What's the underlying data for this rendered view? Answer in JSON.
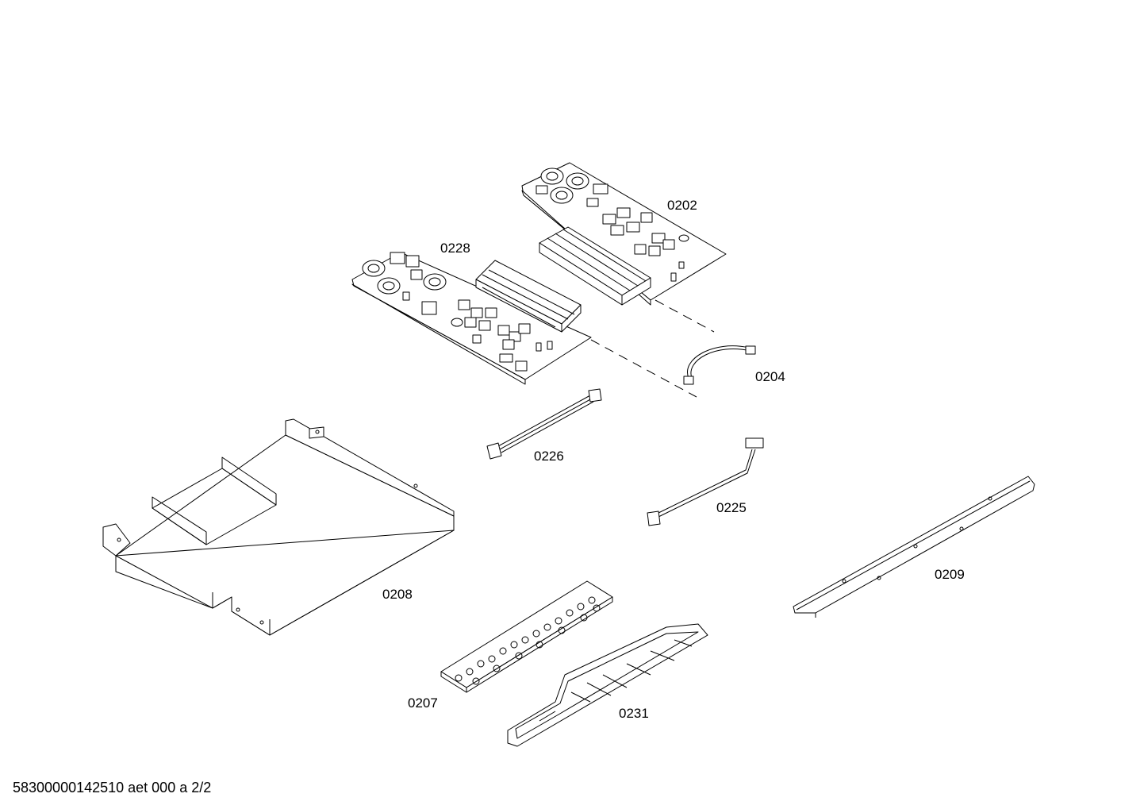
{
  "parts": {
    "p0202": "0202",
    "p0228": "0228",
    "p0204": "0204",
    "p0226": "0226",
    "p0225": "0225",
    "p0208": "0208",
    "p0209": "0209",
    "p0207": "0207",
    "p0231": "0231"
  },
  "footer": "58300000142510 aet 000 a 2/2"
}
